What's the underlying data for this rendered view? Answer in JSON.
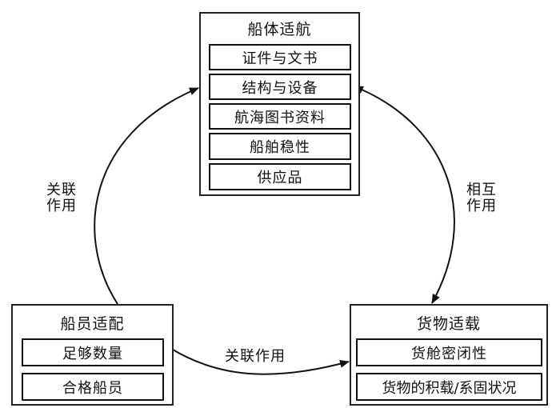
{
  "nodes": {
    "hull": {
      "title": "船体适航",
      "items": [
        "证件与文书",
        "结构与设备",
        "航海图书资料",
        "船舶稳性",
        "供应品"
      ]
    },
    "crew": {
      "title": "船员适配",
      "items": [
        "足够数量",
        "合格船员"
      ]
    },
    "cargo": {
      "title": "货物适载",
      "items": [
        "货舱密闭性",
        "货物的积载/系固状况"
      ]
    }
  },
  "edges": {
    "crew_to_hull": {
      "label_line1": "关联",
      "label_line2": "作用",
      "direction": "crew→hull"
    },
    "hull_cargo": {
      "label_line1": "相互",
      "label_line2": "作用",
      "direction": "bidirectional"
    },
    "crew_to_cargo": {
      "label": "关联作用",
      "direction": "crew→cargo"
    }
  }
}
